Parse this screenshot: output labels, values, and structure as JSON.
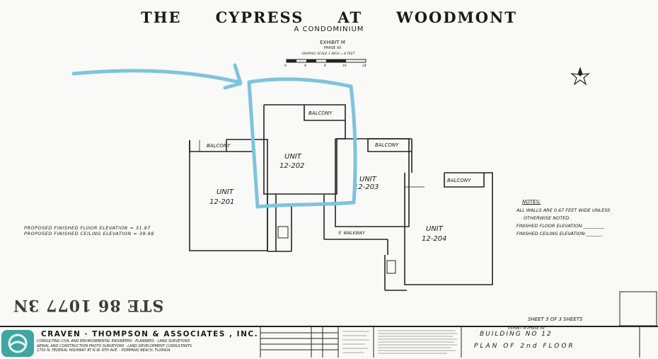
{
  "header": {
    "title_words": [
      "THE",
      "CYPRESS",
      "AT",
      "WOODMONT"
    ],
    "subtitle": "A CONDOMINIUM",
    "exhibit": "EXHIBIT M",
    "phase": "PHASE XII",
    "scale": "GRAPHIC SCALE  1 INCH = 8 FEET",
    "scale_ticks": [
      "0",
      "4",
      "8",
      "16",
      "24"
    ]
  },
  "units": [
    {
      "label": "UNIT",
      "number": "12-201",
      "balcony": "BALCONY"
    },
    {
      "label": "UNIT",
      "number": "12-202",
      "balcony": "BALCONY"
    },
    {
      "label": "UNIT",
      "number": "12-203",
      "balcony": "BALCONY"
    },
    {
      "label": "UNIT",
      "number": "12-204",
      "balcony": "BALCONY"
    }
  ],
  "walkway": "5' WALKWAY",
  "elevations": {
    "floor": "PROPOSED FINISHED FLOOR ELEVATION = 31.97",
    "ceiling": "PROPOSED FINISHED CEILING ELEVATION = 39.98"
  },
  "notes": {
    "title": "NOTES:",
    "line1": "ALL WALLS ARE 0.67 FEET WIDE UNLESS",
    "line2": "OTHERWISE NOTED.",
    "line3": "FINISHED FLOOR ELEVATION:_________",
    "line4": "FINISHED CEILING ELEVATION:_______"
  },
  "stamp": "STE 86 1077 3N",
  "sheet": "SHEET  3  OF  3  SHEETS",
  "title_block": {
    "firm": "CRAVEN · THOMPSON & ASSOCIATES , INC.",
    "firm_line1": "CONSULTING CIVIL AND ENVIRONMENTAL ENGINEERS · PLANNERS · LAND SURVEYORS",
    "firm_line2": "AERIAL AND CONSTRUCTION PHOTO SURVEYORS · LAND DEVELOPMENT CONSULTANTS",
    "firm_line3": "1750 N. FEDERAL HIGHWAY AT N.W. 6TH AVE. · POMPANO BEACH, FLORIDA",
    "exhibit_small": "EXHIBIT M   PHASE XII",
    "building": "BUILDING   NO 12",
    "plan": "PLAN   OF   2nd   FLOOR"
  },
  "colors": {
    "annotation": "#7fc3dd",
    "logo": "#3fa6a1",
    "ink": "#1a1a1a"
  }
}
